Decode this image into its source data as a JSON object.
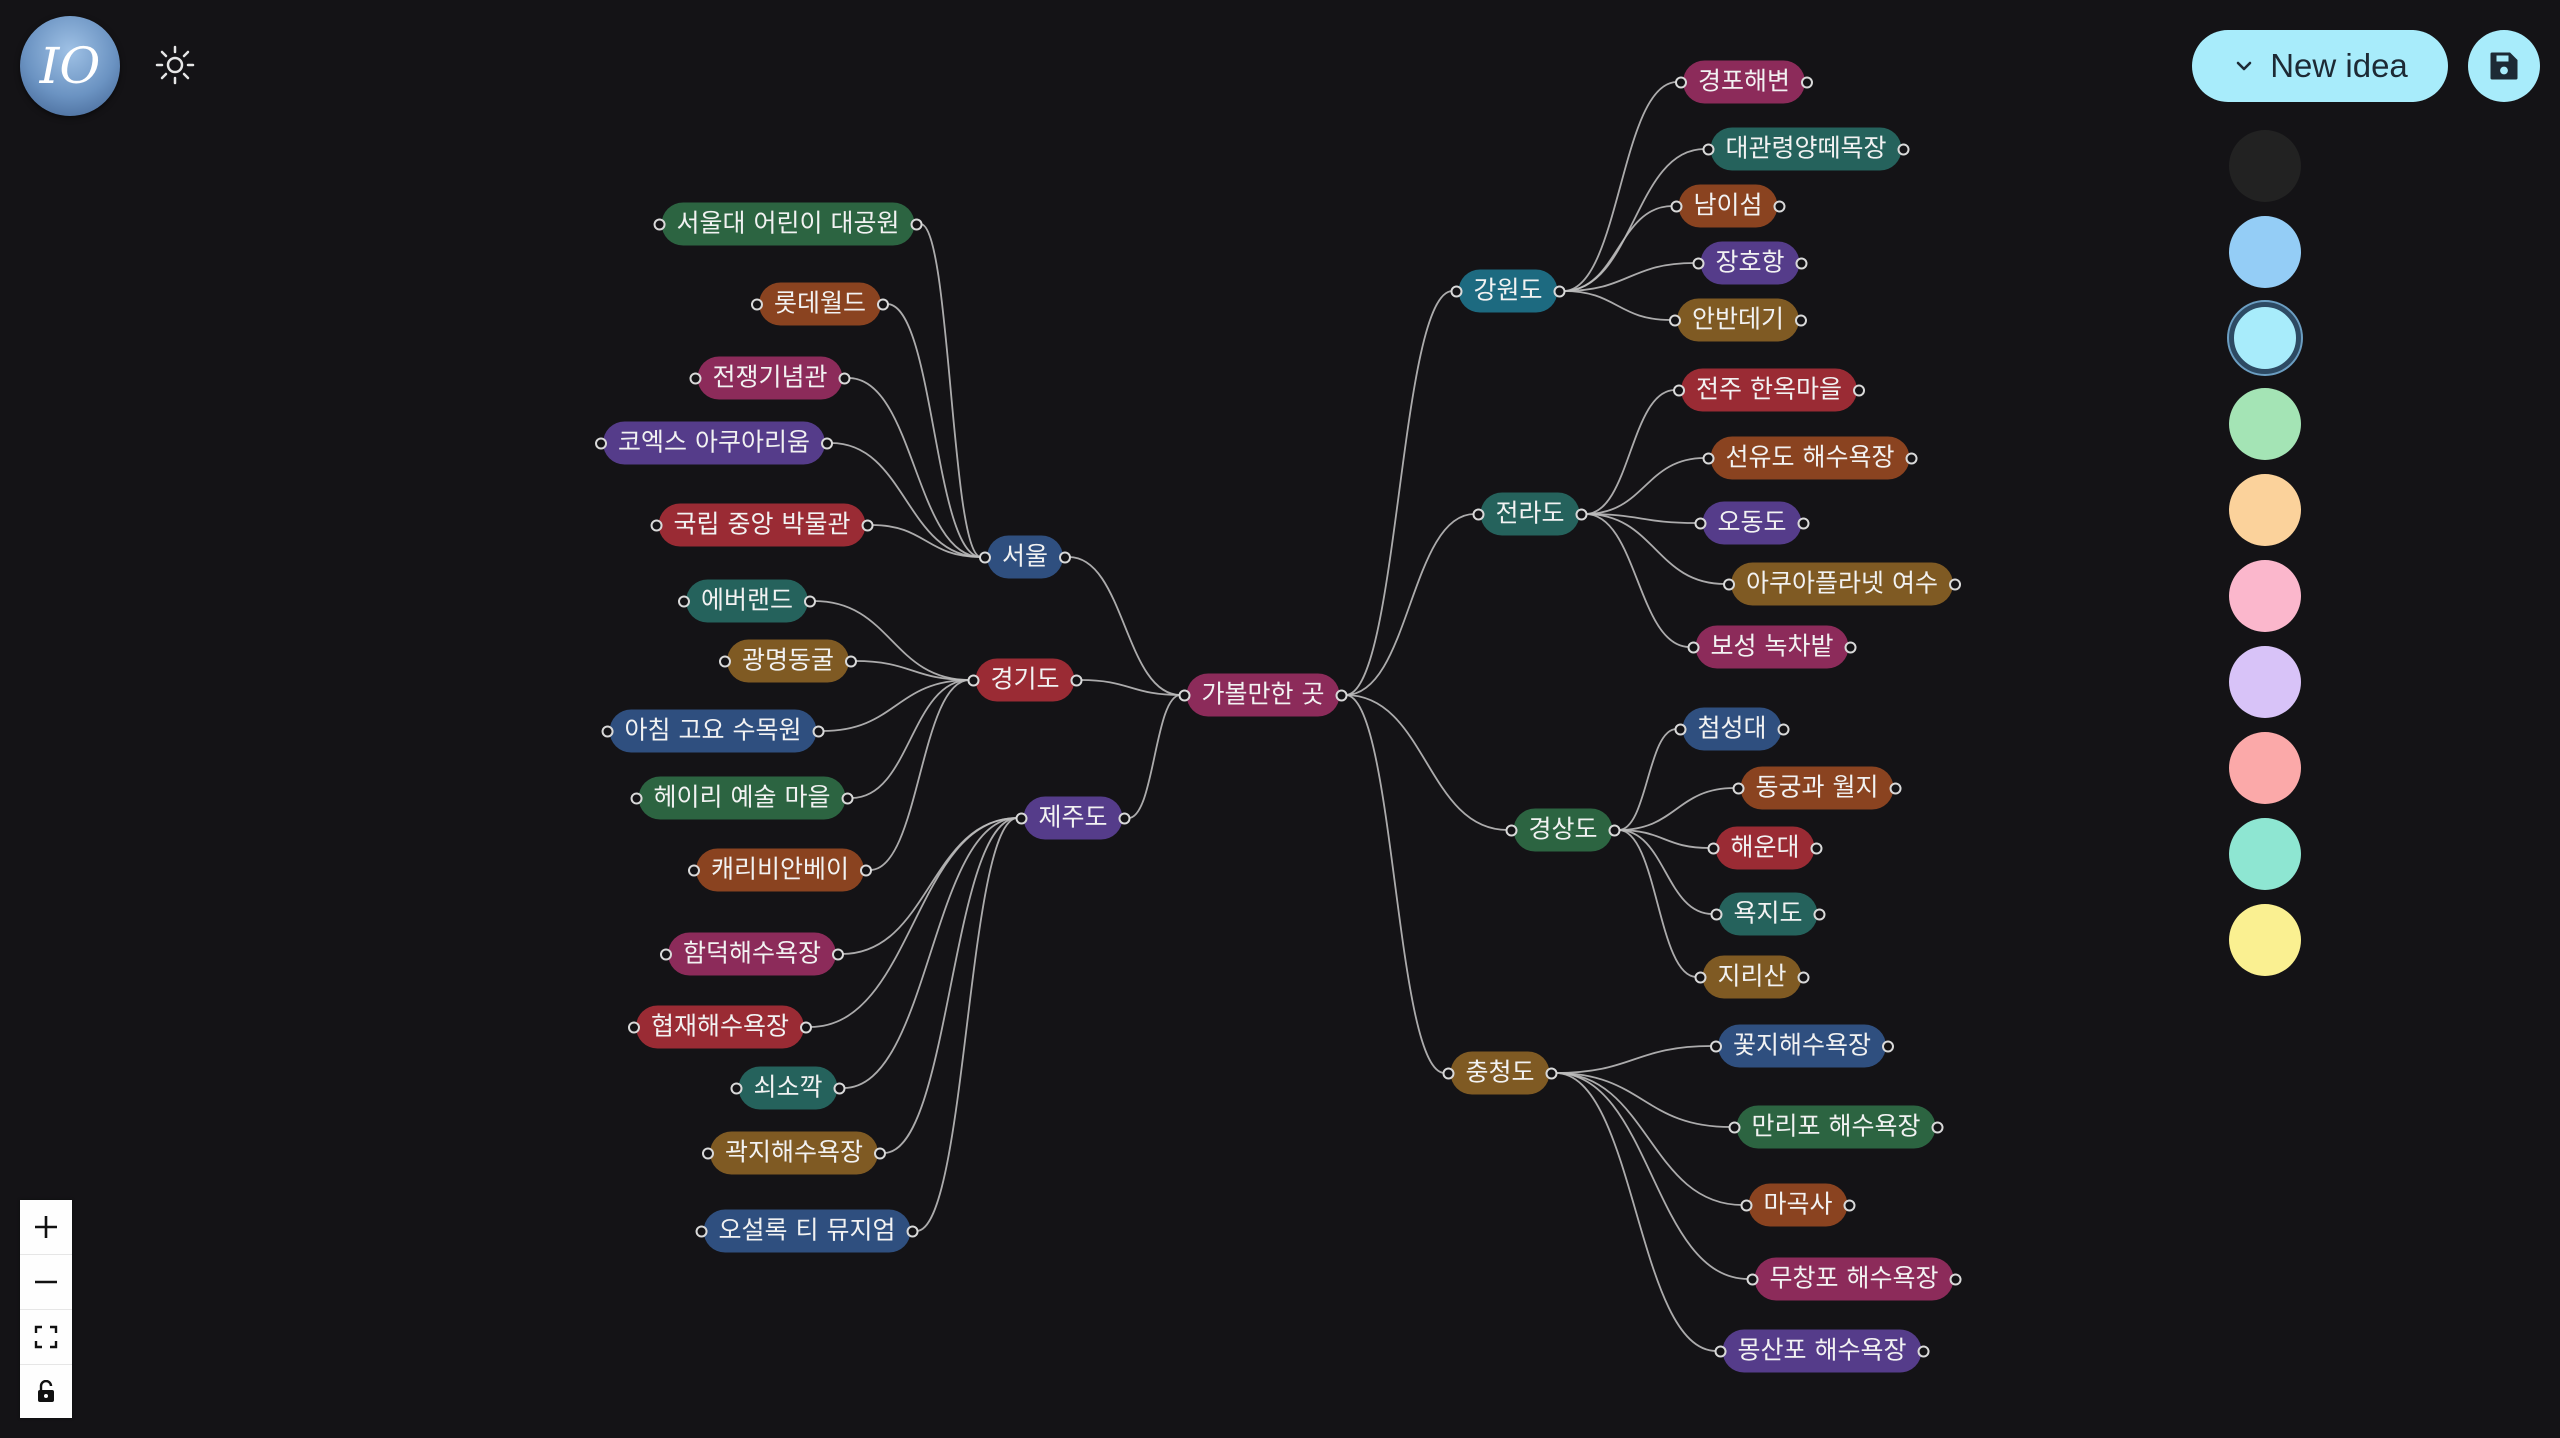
{
  "app": {
    "logo_text": "IO",
    "new_idea_label": "New idea",
    "icons": [
      "logo",
      "sun-icon",
      "chevron-down-icon",
      "save-icon",
      "plus-icon",
      "minus-icon",
      "fit-view-icon",
      "lock-icon"
    ]
  },
  "colors": {
    "background": "#141316",
    "accent": "#a8ecfb",
    "edge": "#bdbdbd",
    "palette": [
      "#222222",
      "#94cdf6",
      "#a8ecfb",
      "#a4e4b5",
      "#fbd29b",
      "#fbb7cc",
      "#d8c3f8",
      "#fba9a9",
      "#8ee6d2",
      "#faf091"
    ],
    "selected_palette_index": 2
  },
  "mindmap": {
    "root": {
      "id": "root",
      "label": "가볼만한 곳",
      "color": "#8c2b5a"
    },
    "nodes": [
      {
        "id": "seoul",
        "label": "서울",
        "parent": "root",
        "color": "#2f4f7f"
      },
      {
        "id": "gyeonggi",
        "label": "경기도",
        "parent": "root",
        "color": "#9a2b34"
      },
      {
        "id": "jeju",
        "label": "제주도",
        "parent": "root",
        "color": "#553c8a"
      },
      {
        "id": "gangwon",
        "label": "강원도",
        "parent": "root",
        "color": "#1d6a80"
      },
      {
        "id": "jeolla",
        "label": "전라도",
        "parent": "root",
        "color": "#25625c"
      },
      {
        "id": "gyeongsang",
        "label": "경상도",
        "parent": "root",
        "color": "#2c6441"
      },
      {
        "id": "chungcheong",
        "label": "충청도",
        "parent": "root",
        "color": "#7f5a23"
      },
      {
        "id": "s1",
        "label": "서울대 어린이 대공원",
        "parent": "seoul",
        "color": "#2c6441"
      },
      {
        "id": "s2",
        "label": "롯데월드",
        "parent": "seoul",
        "color": "#8a4320"
      },
      {
        "id": "s3",
        "label": "전쟁기념관",
        "parent": "seoul",
        "color": "#8c2b5a"
      },
      {
        "id": "s4",
        "label": "코엑스 아쿠아리움",
        "parent": "seoul",
        "color": "#553c8a"
      },
      {
        "id": "s5",
        "label": "국립 중앙 박물관",
        "parent": "seoul",
        "color": "#9a2b34"
      },
      {
        "id": "g1",
        "label": "에버랜드",
        "parent": "gyeonggi",
        "color": "#25625c"
      },
      {
        "id": "g2",
        "label": "광명동굴",
        "parent": "gyeonggi",
        "color": "#7f5a23"
      },
      {
        "id": "g3",
        "label": "아침 고요 수목원",
        "parent": "gyeonggi",
        "color": "#2f4f7f"
      },
      {
        "id": "g4",
        "label": "헤이리 예술 마을",
        "parent": "gyeonggi",
        "color": "#2c6441"
      },
      {
        "id": "g5",
        "label": "캐리비안베이",
        "parent": "gyeonggi",
        "color": "#8a4320"
      },
      {
        "id": "j1",
        "label": "함덕해수욕장",
        "parent": "jeju",
        "color": "#8c2b5a"
      },
      {
        "id": "j2",
        "label": "협재해수욕장",
        "parent": "jeju",
        "color": "#9a2b34"
      },
      {
        "id": "j3",
        "label": "쇠소깍",
        "parent": "jeju",
        "color": "#25625c"
      },
      {
        "id": "j4",
        "label": "곽지해수욕장",
        "parent": "jeju",
        "color": "#7f5a23"
      },
      {
        "id": "j5",
        "label": "오설록 티 뮤지엄",
        "parent": "jeju",
        "color": "#2f4f7f"
      },
      {
        "id": "k1",
        "label": "경포해변",
        "parent": "gangwon",
        "color": "#8c2b5a"
      },
      {
        "id": "k2",
        "label": "대관령양떼목장",
        "parent": "gangwon",
        "color": "#25625c"
      },
      {
        "id": "k3",
        "label": "남이섬",
        "parent": "gangwon",
        "color": "#8a4320"
      },
      {
        "id": "k4",
        "label": "장호항",
        "parent": "gangwon",
        "color": "#553c8a"
      },
      {
        "id": "k5",
        "label": "안반데기",
        "parent": "gangwon",
        "color": "#7f5a23"
      },
      {
        "id": "r1",
        "label": "전주 한옥마을",
        "parent": "jeolla",
        "color": "#9a2b34"
      },
      {
        "id": "r2",
        "label": "선유도 해수욕장",
        "parent": "jeolla",
        "color": "#8a4320"
      },
      {
        "id": "r3",
        "label": "오동도",
        "parent": "jeolla",
        "color": "#553c8a"
      },
      {
        "id": "r4",
        "label": "아쿠아플라넷 여수",
        "parent": "jeolla",
        "color": "#7f5a23"
      },
      {
        "id": "r5",
        "label": "보성 녹차밭",
        "parent": "jeolla",
        "color": "#8c2b5a"
      },
      {
        "id": "y1",
        "label": "첨성대",
        "parent": "gyeongsang",
        "color": "#2f4f7f"
      },
      {
        "id": "y2",
        "label": "동궁과 월지",
        "parent": "gyeongsang",
        "color": "#8a4320"
      },
      {
        "id": "y3",
        "label": "해운대",
        "parent": "gyeongsang",
        "color": "#9a2b34"
      },
      {
        "id": "y4",
        "label": "욕지도",
        "parent": "gyeongsang",
        "color": "#25625c"
      },
      {
        "id": "y5",
        "label": "지리산",
        "parent": "gyeongsang",
        "color": "#7f5a23"
      },
      {
        "id": "c1",
        "label": "꽃지해수욕장",
        "parent": "chungcheong",
        "color": "#2f4f7f"
      },
      {
        "id": "c2",
        "label": "만리포 해수욕장",
        "parent": "chungcheong",
        "color": "#2c6441"
      },
      {
        "id": "c3",
        "label": "마곡사",
        "parent": "chungcheong",
        "color": "#8a4320"
      },
      {
        "id": "c4",
        "label": "무창포 해수욕장",
        "parent": "chungcheong",
        "color": "#8c2b5a"
      },
      {
        "id": "c5",
        "label": "몽산포 해수욕장",
        "parent": "chungcheong",
        "color": "#553c8a"
      }
    ]
  }
}
